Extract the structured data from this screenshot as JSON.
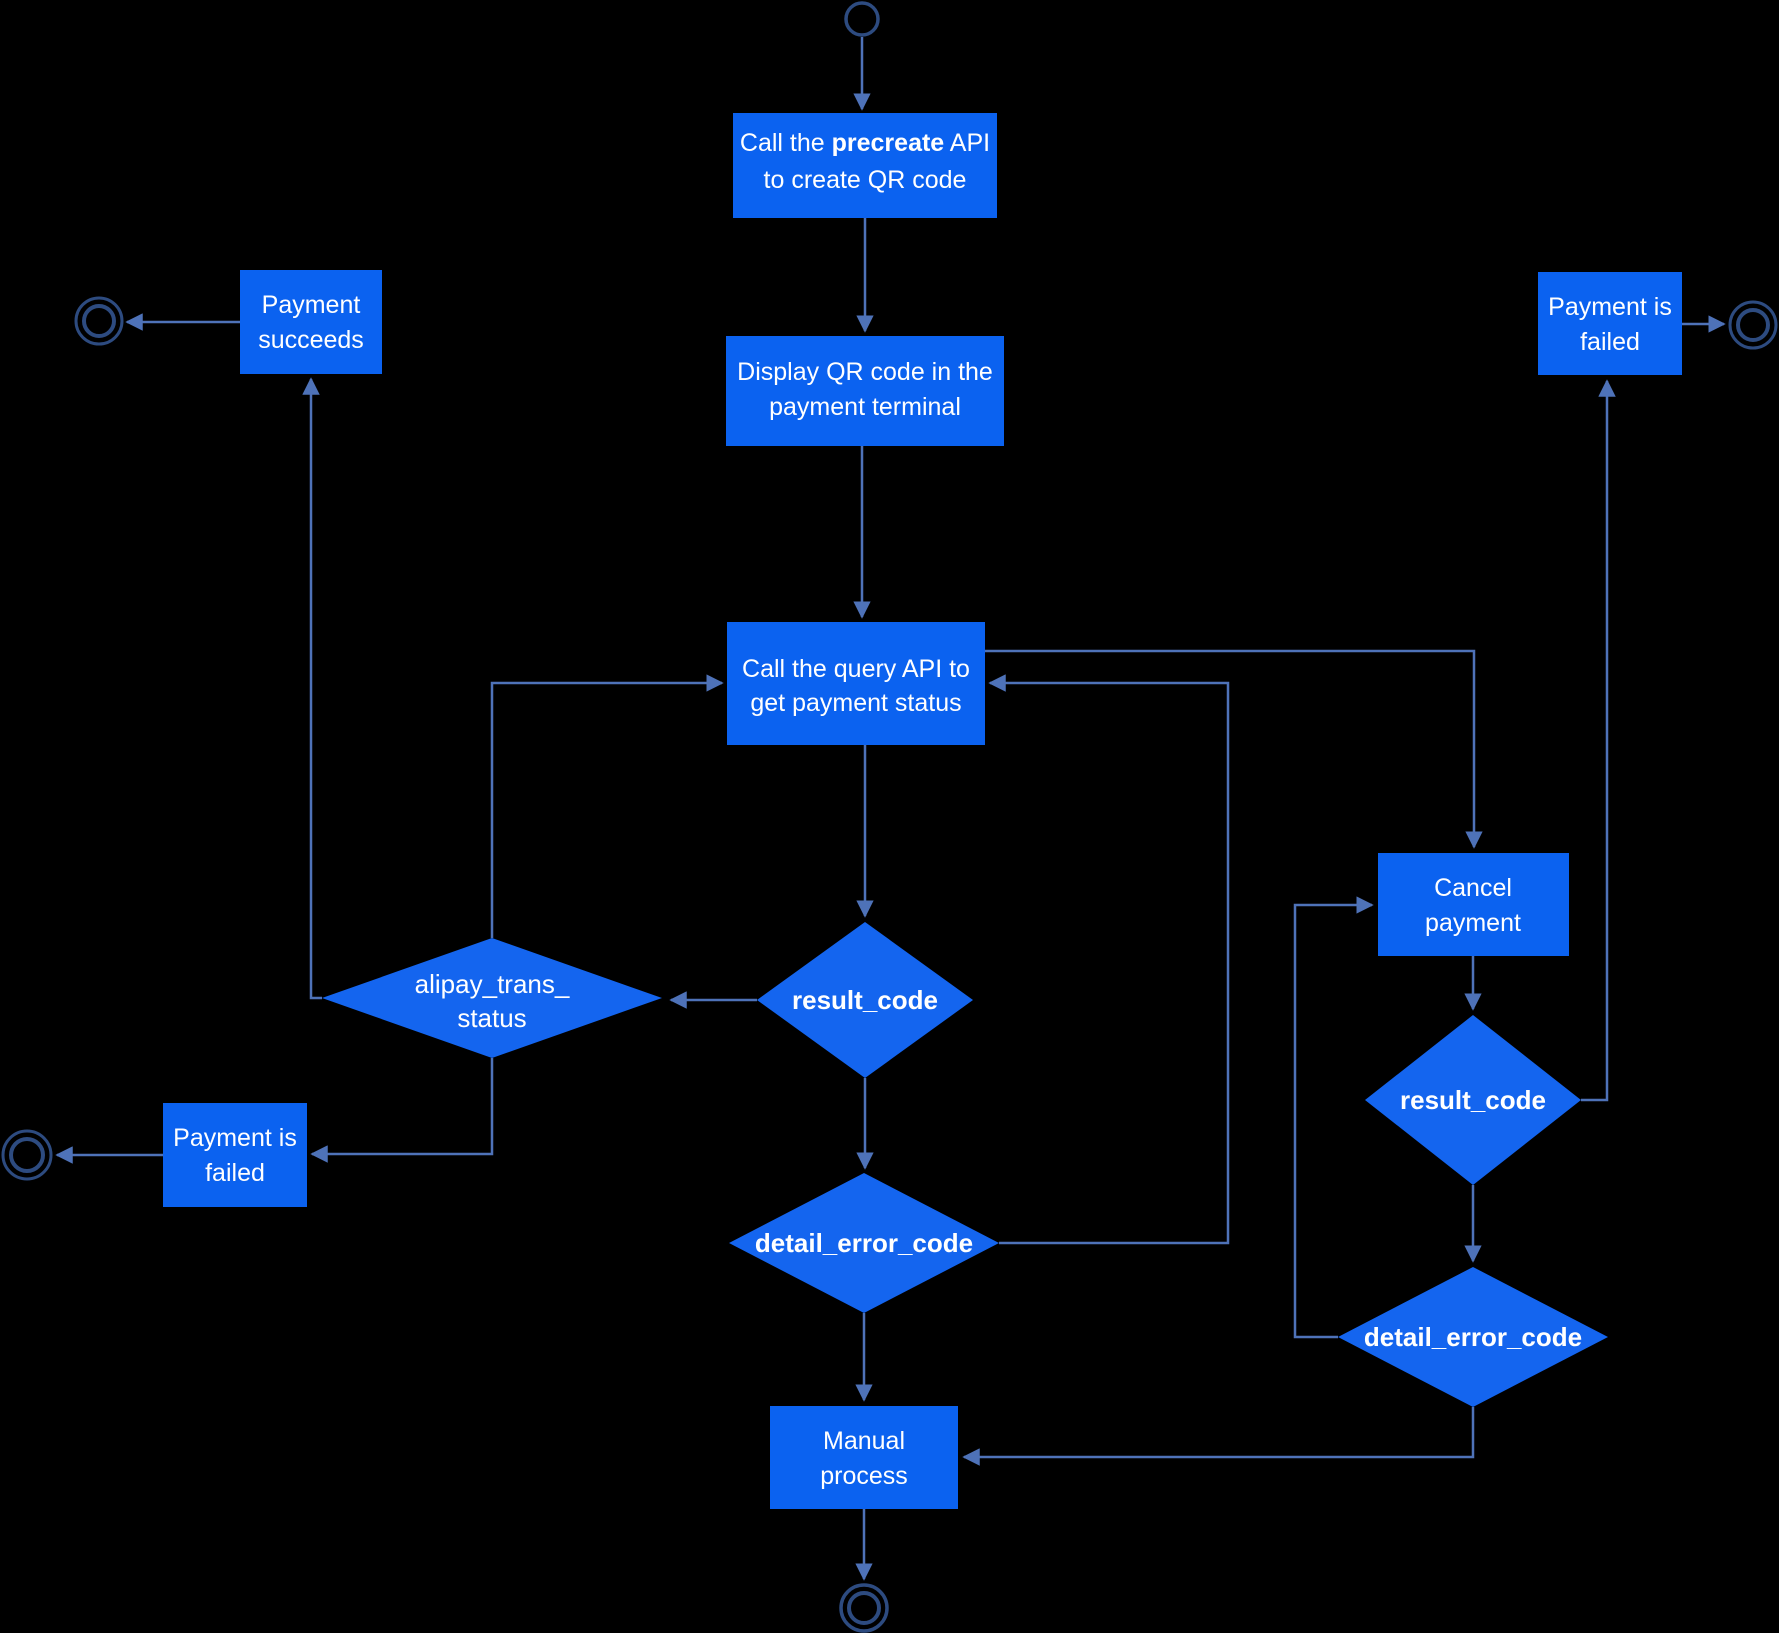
{
  "diagram": {
    "type": "flowchart",
    "description": "Alipay QR code payment activity flow diagram",
    "colors": {
      "background": "#000000",
      "activity_fill": "#0b62f0",
      "decision_fill": "#1465ef",
      "edge": "#4e72b8",
      "terminal_stroke": "#2d4b80",
      "text": "#ffffff"
    },
    "nodes": {
      "start": {
        "kind": "start-circle"
      },
      "precreate": {
        "line1_pre": "Call the ",
        "line1_bold": "precreate",
        "line1_post": " API",
        "line2": "to create QR code"
      },
      "display_qr": {
        "line1": "Display QR code in the",
        "line2": "payment terminal"
      },
      "query": {
        "line1": "Call the query API to",
        "line2": "get payment status"
      },
      "result_code_main": {
        "label": "result_code"
      },
      "alipay_trans_status": {
        "line1": "alipay_trans_",
        "line2": "status"
      },
      "payment_succeeds": {
        "line1": "Payment",
        "line2": "succeeds"
      },
      "payment_failed_left": {
        "line1": "Payment is",
        "line2": "failed"
      },
      "detail_error_main": {
        "label": "detail_error_code"
      },
      "manual_process": {
        "line1": "Manual",
        "line2": "process"
      },
      "cancel_payment": {
        "line1": "Cancel",
        "line2": "payment"
      },
      "result_code_right": {
        "label": "result_code"
      },
      "detail_error_right": {
        "label": "detail_error_code"
      },
      "payment_failed_right": {
        "line1": "Payment is",
        "line2": "failed"
      },
      "end_after_success": {
        "kind": "end-circle"
      },
      "end_after_failed_left": {
        "kind": "end-circle"
      },
      "end_after_failed_right": {
        "kind": "end-circle"
      },
      "end_after_manual": {
        "kind": "end-circle"
      }
    }
  }
}
